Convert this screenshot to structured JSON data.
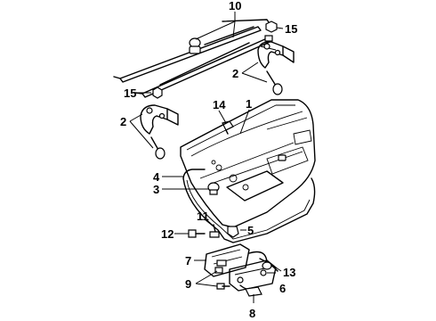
{
  "diagram": {
    "callouts": {
      "c1": "1",
      "c2a": "2",
      "c2b": "2",
      "c3": "3",
      "c4": "4",
      "c5": "5",
      "c6": "6",
      "c7": "7",
      "c8": "8",
      "c9": "9",
      "c10": "10",
      "c11": "11",
      "c12": "12",
      "c13": "13",
      "c14": "14",
      "c15a": "15",
      "c15b": "15"
    }
  }
}
